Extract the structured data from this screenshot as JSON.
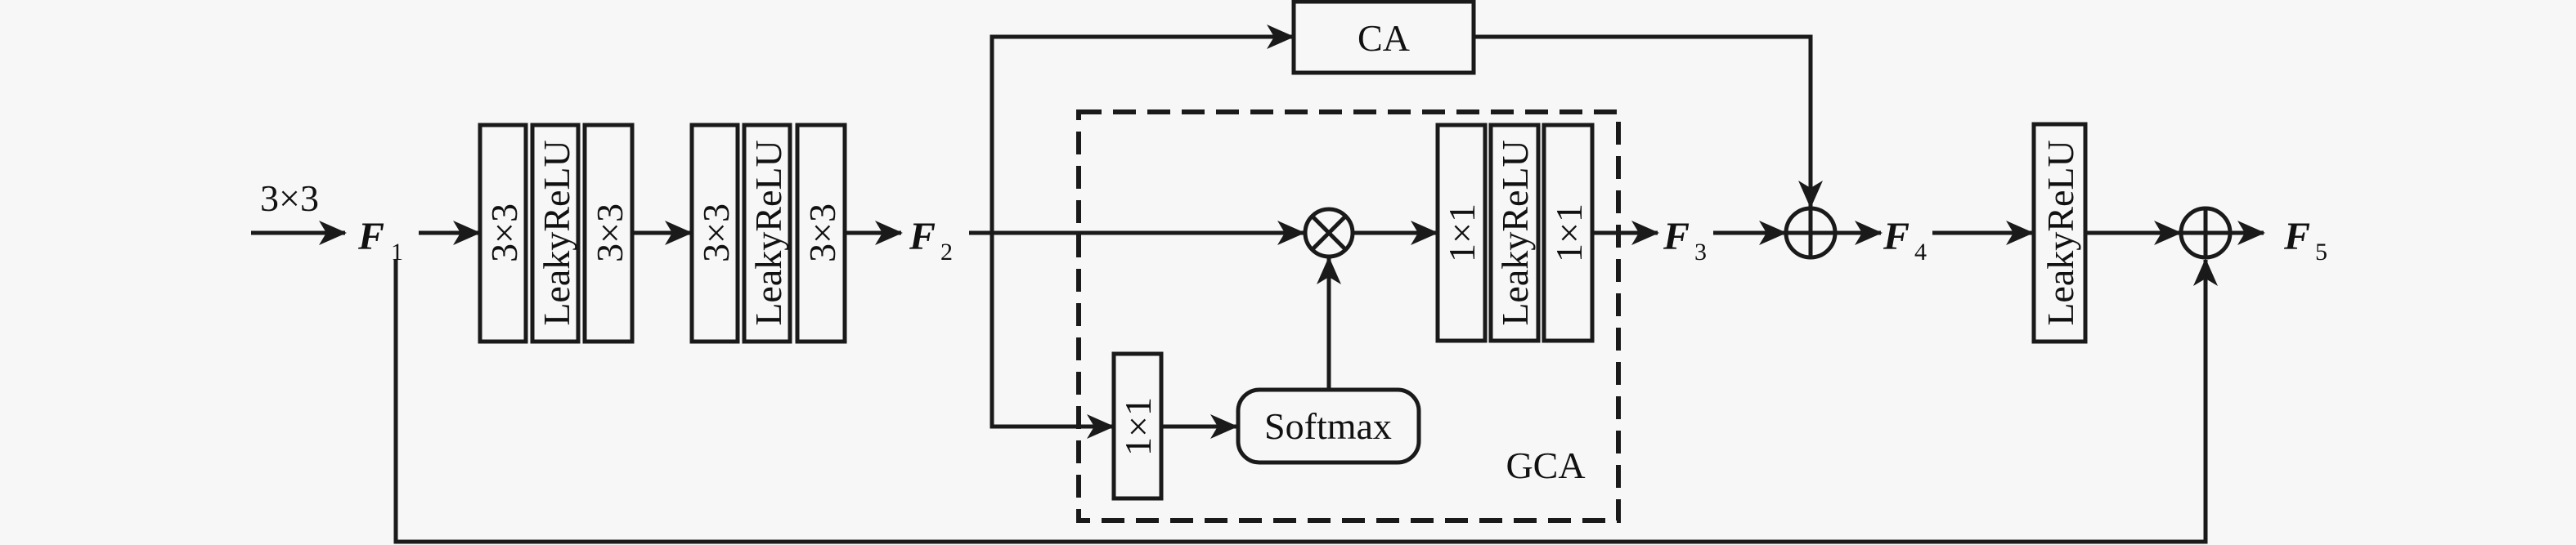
{
  "input_kernel_label": "3×3",
  "features": {
    "f1": {
      "name": "F",
      "sub": "1"
    },
    "f2": {
      "name": "F",
      "sub": "2"
    },
    "f3": {
      "name": "F",
      "sub": "3"
    },
    "f4": {
      "name": "F",
      "sub": "4"
    },
    "f5": {
      "name": "F",
      "sub": "5"
    }
  },
  "block1": [
    "3×3",
    "LeakyReLU",
    "3×3"
  ],
  "block2": [
    "3×3",
    "LeakyReLU",
    "3×3"
  ],
  "gca": {
    "title": "GCA",
    "conv_in": "1×1",
    "softmax": "Softmax",
    "block": [
      "1×1",
      "LeakyReLU",
      "1×1"
    ]
  },
  "ca": {
    "label": "CA"
  },
  "post_activation": "LeakyReLU",
  "operators": {
    "multiply": "⊗",
    "add": "⊕"
  }
}
